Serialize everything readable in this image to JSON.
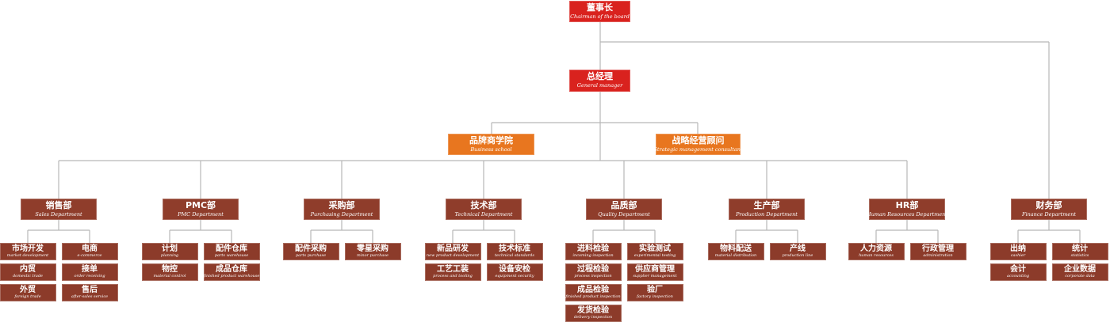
{
  "chairman": {
    "zh": "董事长",
    "en": "Chairman of the board"
  },
  "gm": {
    "zh": "总经理",
    "en": "General manager"
  },
  "school": {
    "zh": "品牌商学院",
    "en": "Business school"
  },
  "consultant": {
    "zh": "战略经营顾问",
    "en": "Strategic management consultant"
  },
  "departments": [
    {
      "zh": "销售部",
      "en": "Sales Department",
      "subs": [
        {
          "zh": "市场开发",
          "en": "market development"
        },
        {
          "zh": "电商",
          "en": "e-commerce"
        },
        {
          "zh": "内贸",
          "en": "domestic trade"
        },
        {
          "zh": "接单",
          "en": "order receiving"
        },
        {
          "zh": "外贸",
          "en": "foreign trade"
        },
        {
          "zh": "售后",
          "en": "after-sales service"
        }
      ]
    },
    {
      "zh": "PMC部",
      "en": "PMC Department",
      "subs": [
        {
          "zh": "计划",
          "en": "planning"
        },
        {
          "zh": "配件仓库",
          "en": "parts warehouse"
        },
        {
          "zh": "物控",
          "en": "material control"
        },
        {
          "zh": "成品仓库",
          "en": "finished product warehouse"
        }
      ]
    },
    {
      "zh": "采购部",
      "en": "Purchasing Department",
      "subs": [
        {
          "zh": "配件采购",
          "en": "parts purchase"
        },
        {
          "zh": "零星采购",
          "en": "minor purchase"
        }
      ]
    },
    {
      "zh": "技术部",
      "en": "Technical Department",
      "subs": [
        {
          "zh": "新品研发",
          "en": "new product development"
        },
        {
          "zh": "技术标准",
          "en": "technical standards"
        },
        {
          "zh": "工艺工装",
          "en": "process and tooling"
        },
        {
          "zh": "设备安检",
          "en": "equipment security"
        }
      ]
    },
    {
      "zh": "品质部",
      "en": "Quality Department",
      "subs": [
        {
          "zh": "进料检验",
          "en": "incoming inspection"
        },
        {
          "zh": "实验测试",
          "en": "experimental testing"
        },
        {
          "zh": "过程检验",
          "en": "process inspection"
        },
        {
          "zh": "供应商管理",
          "en": "supplier management"
        },
        {
          "zh": "成品检验",
          "en": "finished product inspection"
        },
        {
          "zh": "验厂",
          "en": "factory inspection"
        },
        {
          "zh": "发货检验",
          "en": "delivery inspection"
        }
      ]
    },
    {
      "zh": "生产部",
      "en": "Production Department",
      "subs": [
        {
          "zh": "物料配送",
          "en": "material distribution"
        },
        {
          "zh": "产线",
          "en": "production line"
        }
      ]
    },
    {
      "zh": "HR部",
      "en": "Human Resources Department",
      "subs": [
        {
          "zh": "人力资源",
          "en": "human resources"
        },
        {
          "zh": "行政管理",
          "en": "administration"
        }
      ]
    },
    {
      "zh": "财务部",
      "en": "Finance Department",
      "subs": [
        {
          "zh": "出纳",
          "en": "cashier"
        },
        {
          "zh": "统计",
          "en": "statistics"
        },
        {
          "zh": "会计",
          "en": "accounting"
        },
        {
          "zh": "企业数据",
          "en": "corporate data"
        }
      ]
    }
  ]
}
